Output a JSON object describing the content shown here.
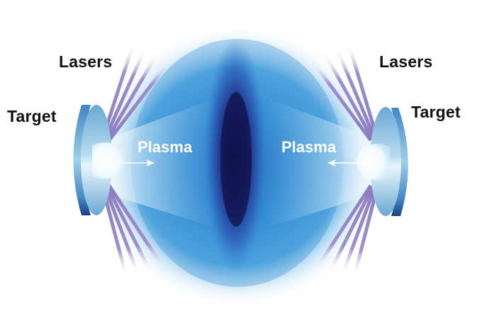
{
  "diagram": {
    "labels": {
      "lasers_left": "Lasers",
      "lasers_right": "Lasers",
      "target_left": "Target",
      "target_right": "Target",
      "plasma_left": "Plasma",
      "plasma_right": "Plasma"
    },
    "colors": {
      "background": "#ffffff",
      "plasma_blue": "#2f86d0",
      "plasma_core": "#151a5a",
      "laser_purple": "#8a7cc0",
      "target_face": "#7fb8d8",
      "target_rim": "#2e6fb0",
      "label_text": "#111111",
      "plasma_label_text": "#ffffff"
    },
    "arrows": {
      "left": "right-arrow",
      "right": "left-arrow"
    }
  }
}
